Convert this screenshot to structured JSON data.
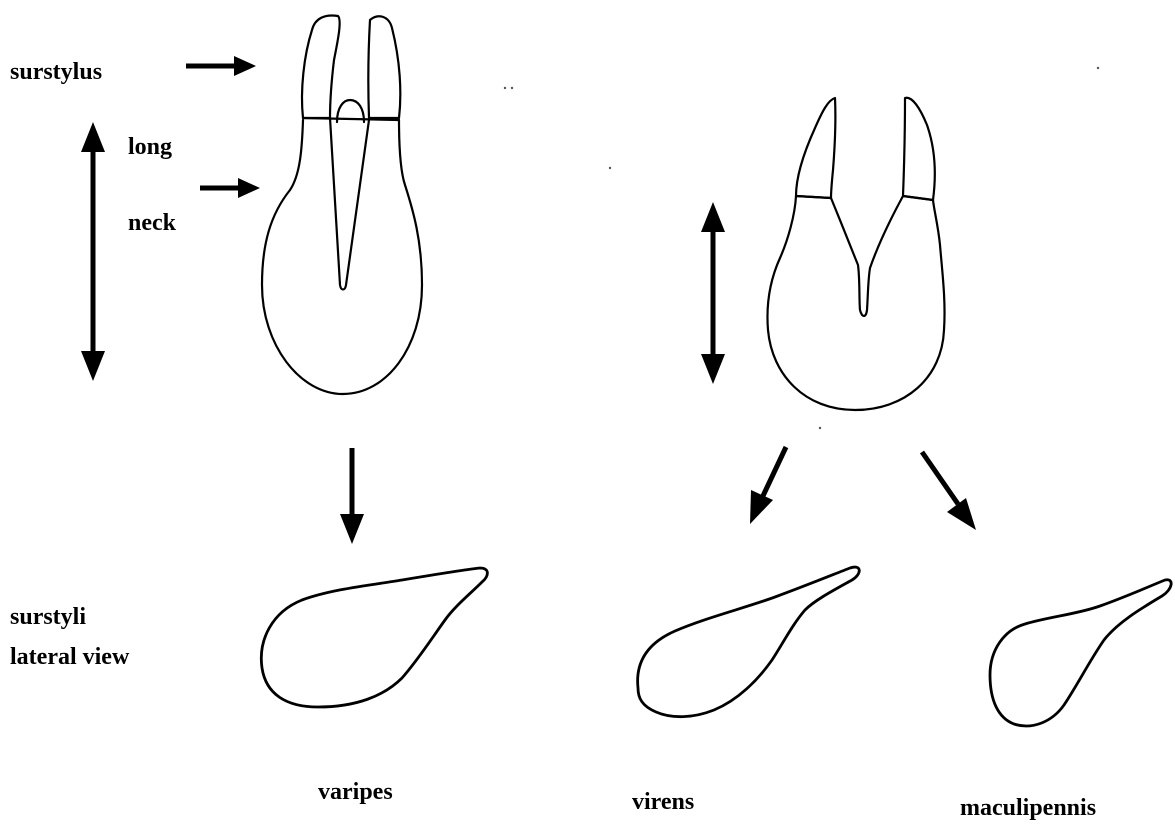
{
  "labels": {
    "surstylus": "surstylus",
    "long": "long",
    "neck": "neck",
    "surstyli": "surstyli",
    "lateral_view": "lateral view"
  },
  "species": {
    "varipes": "varipes",
    "virens": "virens",
    "maculipennis": "maculipennis"
  }
}
